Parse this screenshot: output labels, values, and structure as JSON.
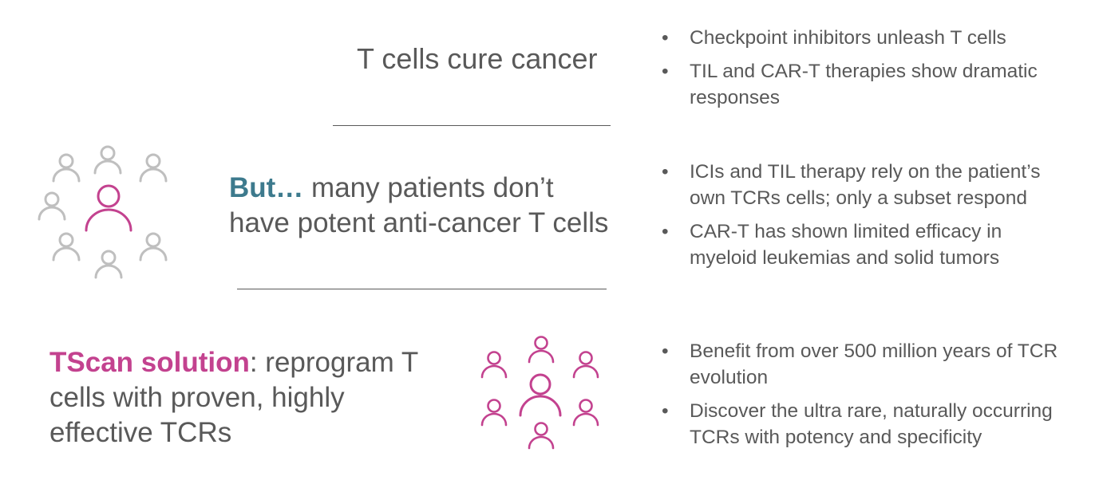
{
  "section1": {
    "headline": "T cells cure cancer",
    "bullets": [
      [
        "Checkpoint inhibitors unleash T cells"
      ],
      [
        "TIL and CAR-T therapies show dramatic",
        "responses"
      ]
    ]
  },
  "section2": {
    "headline_lead": "But…",
    "headline_line1": " many patients don’t",
    "headline_line2": "have potent anti-cancer T cells",
    "bullets": [
      [
        "ICIs and TIL therapy rely on the patient’s",
        "own TCRs cells; only a subset respond"
      ],
      [
        "CAR-T has shown limited efficacy in",
        "myeloid leukemias and solid tumors"
      ]
    ]
  },
  "section3": {
    "headline_lead": "TScan solution",
    "headline_line1": ": reprogram T",
    "headline_line2": "cells with proven, highly",
    "headline_line3": "effective TCRs",
    "bullets": [
      [
        "Benefit from over 500 million years of TCR",
        "evolution"
      ],
      [
        "Discover the ultra rare, naturally occurring",
        "TCRs with potency and specificity"
      ]
    ]
  },
  "bullet_char": "•",
  "colors": {
    "text": "#595959",
    "teal_accent": "#3d7a8d",
    "magenta_accent": "#c3428f",
    "gray_icon": "#bfbfbf"
  },
  "icons": [
    "person-group-gray-icon",
    "person-group-magenta-icon"
  ]
}
